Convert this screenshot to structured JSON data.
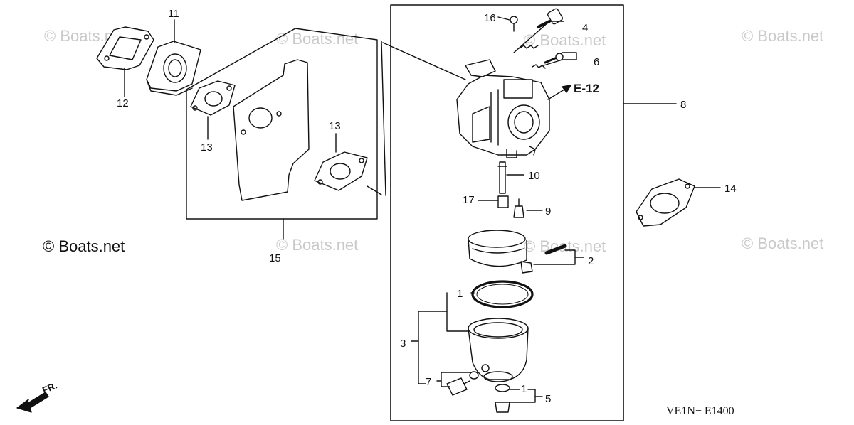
{
  "watermark": {
    "text": "© Boats.net",
    "primary_text": "© Boats.net"
  },
  "diagram_code": "VE1N− E1400",
  "direction_label": "FR.",
  "reference_label": "E-12",
  "callouts": {
    "n1a": "1",
    "n1b": "1",
    "n2": "2",
    "n3": "3",
    "n4": "4",
    "n5": "5",
    "n6": "6",
    "n7": "7",
    "n8": "8",
    "n9": "9",
    "n10": "10",
    "n11": "11",
    "n12": "12",
    "n13a": "13",
    "n13b": "13",
    "n14": "14",
    "n15": "15",
    "n16": "16",
    "n17": "17"
  },
  "colors": {
    "line": "#111111",
    "watermark": "#c9c9c9",
    "background": "#ffffff"
  }
}
